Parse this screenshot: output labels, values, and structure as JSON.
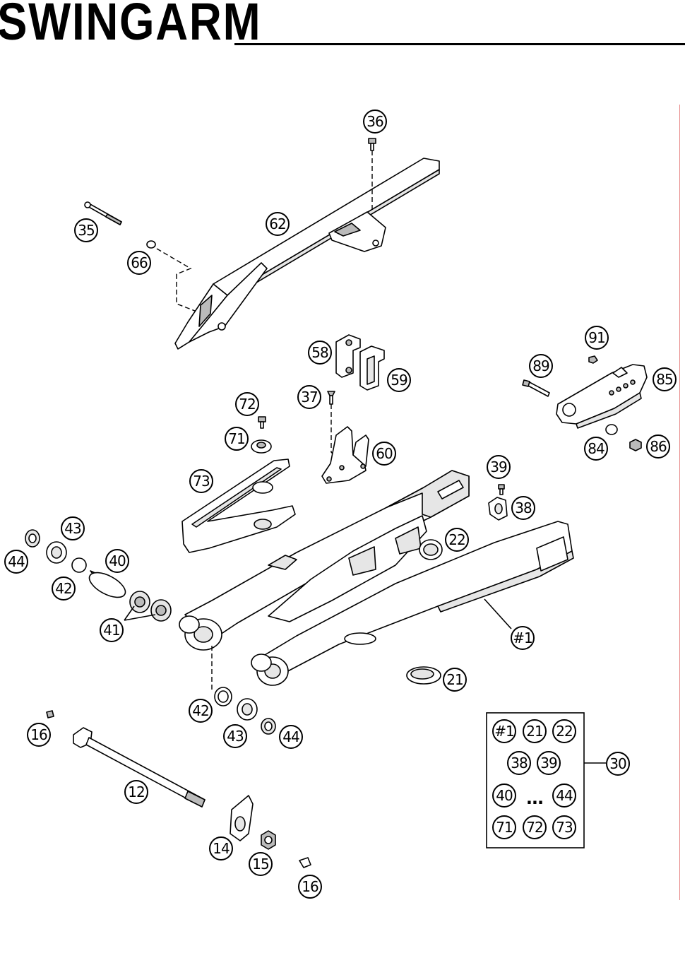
{
  "title": "SWINGARM",
  "callouts": {
    "c36": "36",
    "c35": "35",
    "c62": "62",
    "c66": "66",
    "c58": "58",
    "c59": "59",
    "c37": "37",
    "c60": "60",
    "c91": "91",
    "c89": "89",
    "c85": "85",
    "c84": "84",
    "c86": "86",
    "c72": "72",
    "c71": "71",
    "c73": "73",
    "c39": "39",
    "c38": "38",
    "c22": "22",
    "c43a": "43",
    "c44a": "44",
    "c40": "40",
    "c42a": "42",
    "c41": "41",
    "c1": "#1",
    "c21": "21",
    "c42b": "42",
    "c43b": "43",
    "c44b": "44",
    "c16a": "16",
    "c12": "12",
    "c14": "14",
    "c15": "15",
    "c16b": "16",
    "c30": "30"
  },
  "kit_box": {
    "row1": [
      "#1",
      "21",
      "22"
    ],
    "row2": [
      "38",
      "39"
    ],
    "row3_start": "40",
    "row3_ellipsis": "...",
    "row3_end": "44",
    "row4": [
      "71",
      "72",
      "73"
    ]
  }
}
